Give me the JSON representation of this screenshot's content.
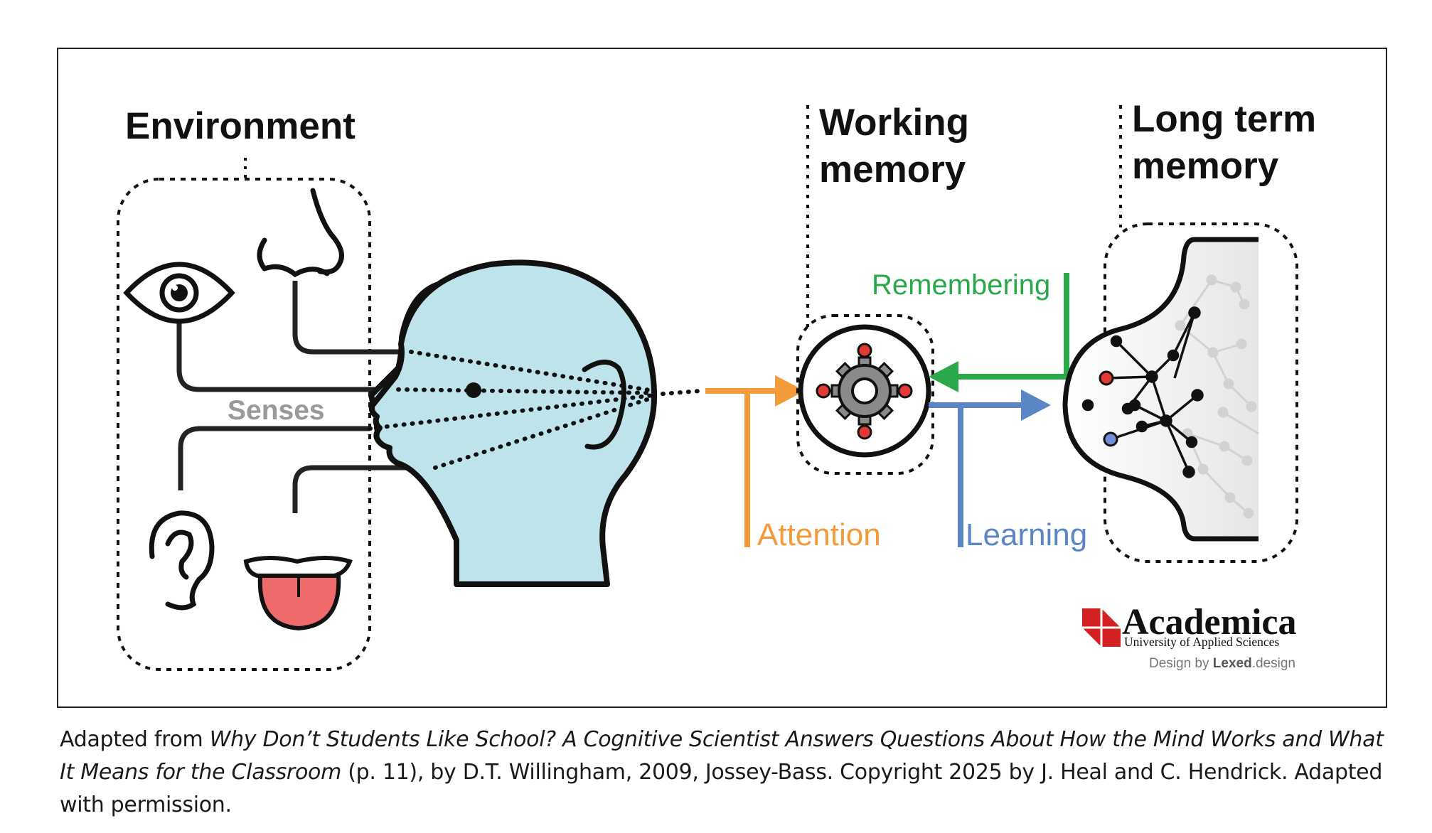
{
  "diagram": {
    "environment_title": "Environment",
    "senses_label": "Senses",
    "working_memory_title_line1": "Working",
    "working_memory_title_line2": "memory",
    "long_term_memory_title_line1": "Long term",
    "long_term_memory_title_line2": "memory",
    "remembering_label": "Remembering",
    "attention_label": "Attention",
    "learning_label": "Learning"
  },
  "logo": {
    "name": "Academica",
    "subtitle": "University of Applied Sciences",
    "credit_prefix": "Design by ",
    "credit_brand": "Lexed",
    "credit_suffix": ".design"
  },
  "caption": {
    "part1": "Adapted from ",
    "title_italic": "Why Don’t Students Like School? A Cognitive Scientist Answers Questions About How the Mind Works and What It Means for the Classroom",
    "part2": " (p. 11), by D.T. Willingham, 2009, Jossey-Bass. Copyright 2025 by J. Heal and C. Hendrick. Adapted with permission."
  },
  "colors": {
    "attention": "#f39a3b",
    "remembering": "#2aa84a",
    "learning": "#5b86c6",
    "head_fill": "#bfe3ea",
    "tongue": "#ef6b6b",
    "node_red": "#e53935",
    "node_blue": "#6f8fd6",
    "logo_red": "#d32020",
    "stroke": "#111111"
  }
}
